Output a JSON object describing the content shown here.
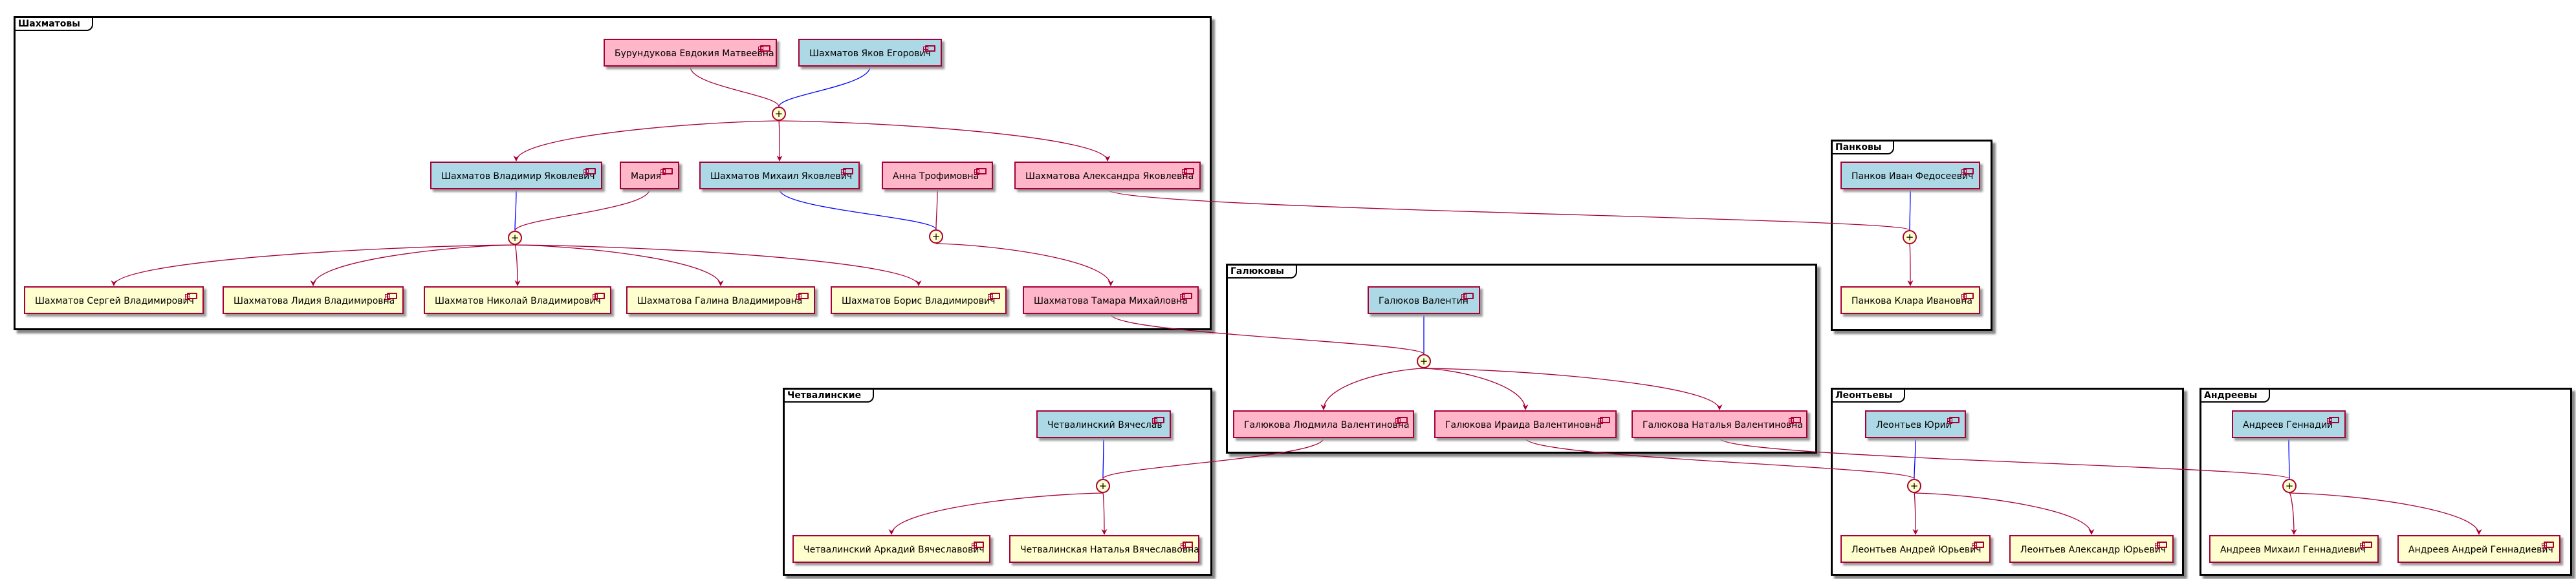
{
  "colors": {
    "female": "#FFB6C8",
    "male": "#ADD8E6",
    "child": "#FEFECE",
    "border": "#A80036",
    "edge_red": "#A80036",
    "edge_blue": "#0000FF"
  },
  "union_symbol": "+",
  "icon_name": "component-icon",
  "families": [
    {
      "id": "shakhmatovy",
      "label": "Шахматовы"
    },
    {
      "id": "pankovy",
      "label": "Панковы"
    },
    {
      "id": "galyukovy",
      "label": "Галюковы"
    },
    {
      "id": "chetvalinskie",
      "label": "Четвалинские"
    },
    {
      "id": "leontyevy",
      "label": "Леонтьевы"
    },
    {
      "id": "andreevy",
      "label": "Андреевы"
    }
  ],
  "people": [
    {
      "id": "burundukova",
      "name": "Бурундукова Евдокия Матвеевна",
      "gender": "female"
    },
    {
      "id": "yakov",
      "name": "Шахматов Яков Егорович",
      "gender": "male"
    },
    {
      "id": "vladimir",
      "name": "Шахматов Владимир Яковлевич",
      "gender": "male"
    },
    {
      "id": "maria",
      "name": "Мария",
      "gender": "female"
    },
    {
      "id": "mikhail",
      "name": "Шахматов Михаил Яковлевич",
      "gender": "male"
    },
    {
      "id": "anna",
      "name": "Анна Трофимовна",
      "gender": "female"
    },
    {
      "id": "alexandra",
      "name": "Шахматова Александра Яковлевна",
      "gender": "female"
    },
    {
      "id": "sergey",
      "name": "Шахматов Сергей Владимирович",
      "gender": "child"
    },
    {
      "id": "lidia",
      "name": "Шахматова Лидия Владимировна",
      "gender": "child"
    },
    {
      "id": "nikolay",
      "name": "Шахматов Николай Владимирович",
      "gender": "child"
    },
    {
      "id": "galina",
      "name": "Шахматова Галина Владимировна",
      "gender": "child"
    },
    {
      "id": "boris",
      "name": "Шахматов Борис Владимирович",
      "gender": "child"
    },
    {
      "id": "tamara",
      "name": "Шахматова Тамара Михайловна",
      "gender": "female"
    },
    {
      "id": "ivan",
      "name": "Панков Иван Федосеевич",
      "gender": "male"
    },
    {
      "id": "klara",
      "name": "Панкова Клара Ивановна",
      "gender": "child"
    },
    {
      "id": "valentin",
      "name": "Галюков Валентин",
      "gender": "male"
    },
    {
      "id": "lyudmila",
      "name": "Галюкова Людмила Валентиновна",
      "gender": "female"
    },
    {
      "id": "iraida",
      "name": "Галюкова Ираида Валентиновна",
      "gender": "female"
    },
    {
      "id": "natalia_g",
      "name": "Галюкова Наталья Валентиновна",
      "gender": "female"
    },
    {
      "id": "vyacheslav",
      "name": "Четвалинский Вячеслав",
      "gender": "male"
    },
    {
      "id": "arkadiy",
      "name": "Четвалинский Аркадий Вячеславович",
      "gender": "child"
    },
    {
      "id": "natalia_ch",
      "name": "Четвалинская Наталья Вячеславовна",
      "gender": "child"
    },
    {
      "id": "yuriy",
      "name": "Леонтьев Юрий",
      "gender": "male"
    },
    {
      "id": "andrey_l",
      "name": "Леонтьев Андрей Юрьевич",
      "gender": "child"
    },
    {
      "id": "alexander_l",
      "name": "Леонтьев Александр Юрьевич",
      "gender": "child"
    },
    {
      "id": "gennadiy",
      "name": "Андреев Геннадий",
      "gender": "male"
    },
    {
      "id": "mikhail_a",
      "name": "Андреев Михаил Геннадиевич",
      "gender": "child"
    },
    {
      "id": "andrey_a",
      "name": "Андреев Андрей Геннадиевич",
      "gender": "child"
    }
  ],
  "unions": [
    {
      "id": "u1",
      "husband": "yakov",
      "wife": "burundukova",
      "children": [
        "vladimir",
        "mikhail",
        "alexandra"
      ]
    },
    {
      "id": "u2",
      "husband": "vladimir",
      "wife": "maria",
      "children": [
        "sergey",
        "lidia",
        "nikolay",
        "galina",
        "boris"
      ]
    },
    {
      "id": "u3",
      "husband": "mikhail",
      "wife": "anna",
      "children": [
        "tamara"
      ]
    },
    {
      "id": "u4",
      "husband": "ivan",
      "wife": "alexandra",
      "children": [
        "klara"
      ]
    },
    {
      "id": "u5",
      "husband": "valentin",
      "wife": "tamara",
      "children": [
        "lyudmila",
        "iraida",
        "natalia_g"
      ]
    },
    {
      "id": "u6",
      "husband": "vyacheslav",
      "wife": "lyudmila",
      "children": [
        "arkadiy",
        "natalia_ch"
      ]
    },
    {
      "id": "u7",
      "husband": "yuriy",
      "wife": "iraida",
      "children": [
        "andrey_l",
        "alexander_l"
      ]
    },
    {
      "id": "u8",
      "husband": "gennadiy",
      "wife": "natalia_g",
      "children": [
        "mikhail_a",
        "andrey_a"
      ]
    }
  ]
}
